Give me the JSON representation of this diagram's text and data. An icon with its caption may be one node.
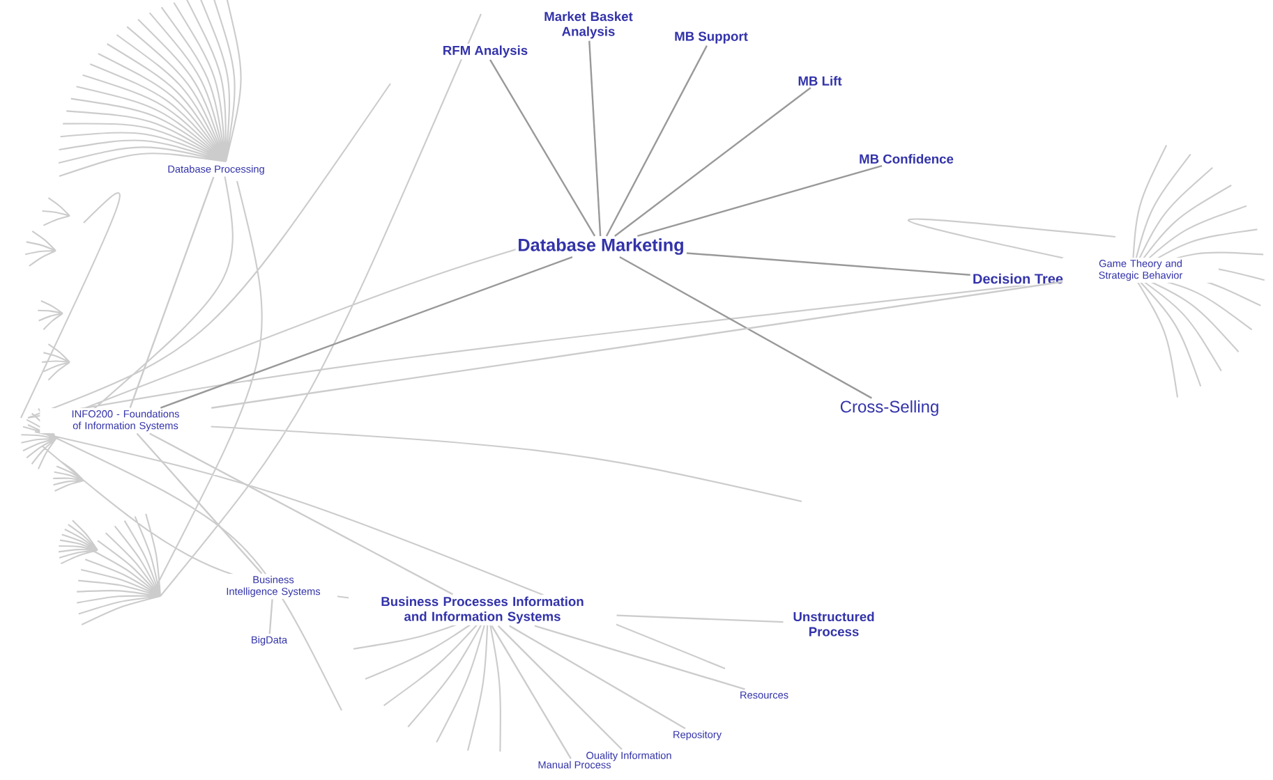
{
  "diagram": {
    "nodes": [
      {
        "text": [
          "Market Basket Analysis"
        ]
      },
      {
        "text": [
          "RFM Analysis"
        ]
      },
      {
        "text": [
          "MB Support"
        ]
      },
      {
        "text": [
          "MB Lift"
        ]
      },
      {
        "text": [
          "Database Processing"
        ]
      },
      {
        "text": [
          "MB Confidence"
        ]
      },
      {
        "text": [
          "Database Marketing"
        ]
      },
      {
        "text": [
          "Game Theory and Strategic Behavior"
        ]
      },
      {
        "text": [
          "Decision Tree"
        ]
      },
      {
        "text": [
          "Cross-Selling"
        ]
      },
      {
        "text": [
          "INFO200 - Foundations of Information Systems"
        ]
      },
      {
        "text": [
          "Business Intelligence Systems"
        ]
      },
      {
        "text": [
          "Business Processes Information and Information Systems"
        ]
      },
      {
        "text": [
          "Unstructured Process"
        ]
      },
      {
        "text": [
          "BigData"
        ]
      },
      {
        "text": [
          "Resources"
        ]
      },
      {
        "text": [
          "Repository"
        ]
      },
      {
        "text": [
          "Quality Information"
        ]
      },
      {
        "text": [
          "Manual Process"
        ]
      }
    ],
    "edges": [
      {
        "from": 6,
        "to": 0,
        "arrow": "none",
        "color": "#999999"
      },
      {
        "from": 6,
        "to": 1,
        "arrow": "none",
        "color": "#999999"
      },
      {
        "from": 6,
        "to": 2,
        "arrow": "none",
        "color": "#999999"
      },
      {
        "from": 6,
        "to": 3,
        "arrow": "none",
        "color": "#999999"
      },
      {
        "from": 6,
        "to": 5,
        "arrow": "none",
        "color": "#999999"
      },
      {
        "from": 6,
        "to": 8,
        "arrow": "none",
        "color": "#999999"
      },
      {
        "from": 6,
        "to": 9,
        "arrow": "none",
        "color": "#999999"
      },
      {
        "from": 6,
        "to": 10,
        "arrow": "none",
        "color": "#999999"
      },
      {
        "from": 10,
        "to": 4,
        "arrow": "none"
      },
      {
        "from": 10,
        "to": 7,
        "arrow": "none"
      },
      {
        "from": 10,
        "to": 11,
        "arrow": "none"
      },
      {
        "from": 11,
        "to": 14,
        "arrow": "none"
      },
      {
        "from": 10,
        "to": 12,
        "arrow": "none"
      },
      {
        "from": 12,
        "to": 13,
        "arrow": "none"
      },
      {
        "from": 12,
        "to": 15,
        "arrow": "none"
      },
      {
        "from": 12,
        "to": 16,
        "arrow": "none"
      },
      {
        "from": 12,
        "to": 17,
        "arrow": "none"
      },
      {
        "from": 12,
        "to": 18,
        "arrow": "none"
      }
    ]
  }
}
